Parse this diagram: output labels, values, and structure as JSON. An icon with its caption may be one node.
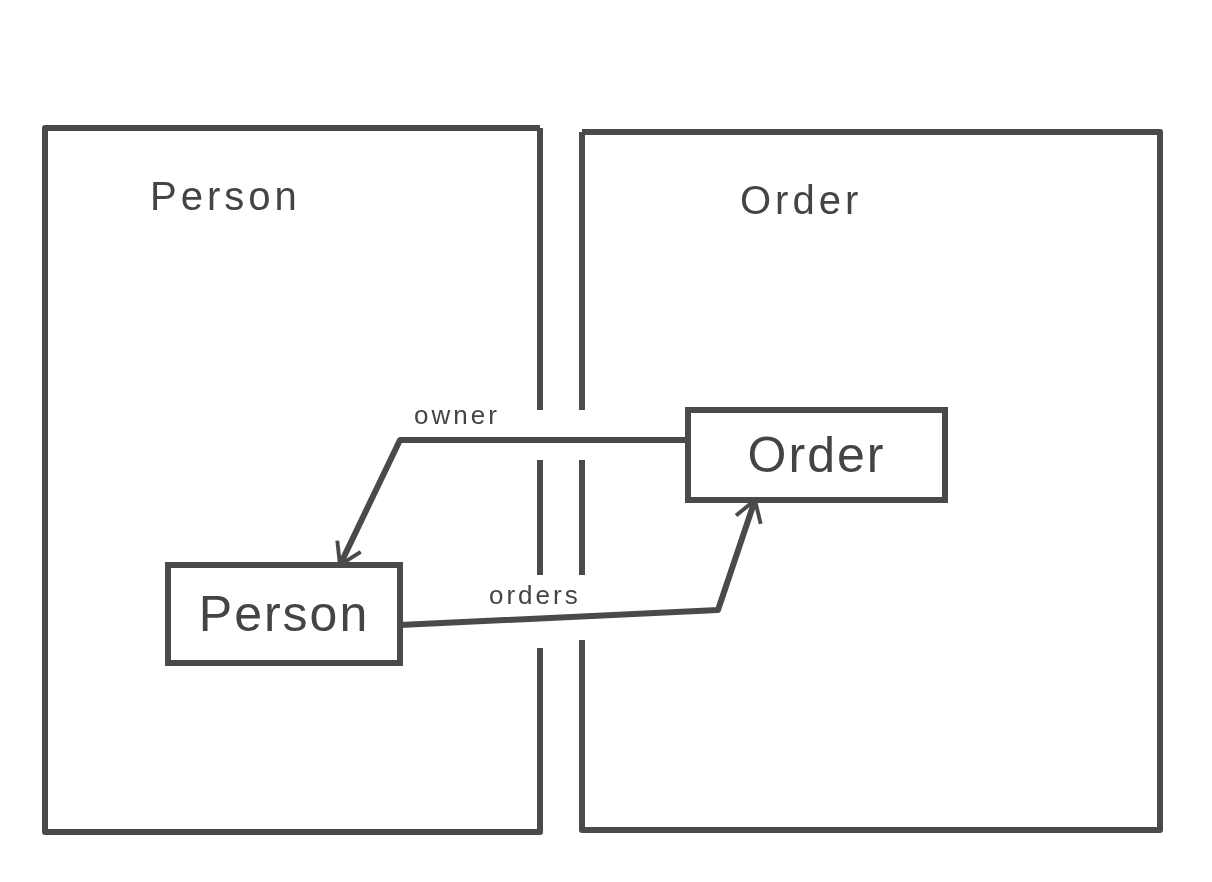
{
  "diagram": {
    "nodes": [
      {
        "text": [
          "Person"
        ]
      },
      {
        "text": [
          "Person"
        ],
        "in": 0
      },
      {
        "text": [
          "Order"
        ]
      },
      {
        "text": [
          "Order"
        ],
        "in": 2
      }
    ],
    "edges": [
      {
        "from": 3,
        "to": 1,
        "arrow": "to",
        "label": "owner"
      },
      {
        "from": 1,
        "to": 3,
        "arrow": "to",
        "label": "orders"
      }
    ]
  }
}
